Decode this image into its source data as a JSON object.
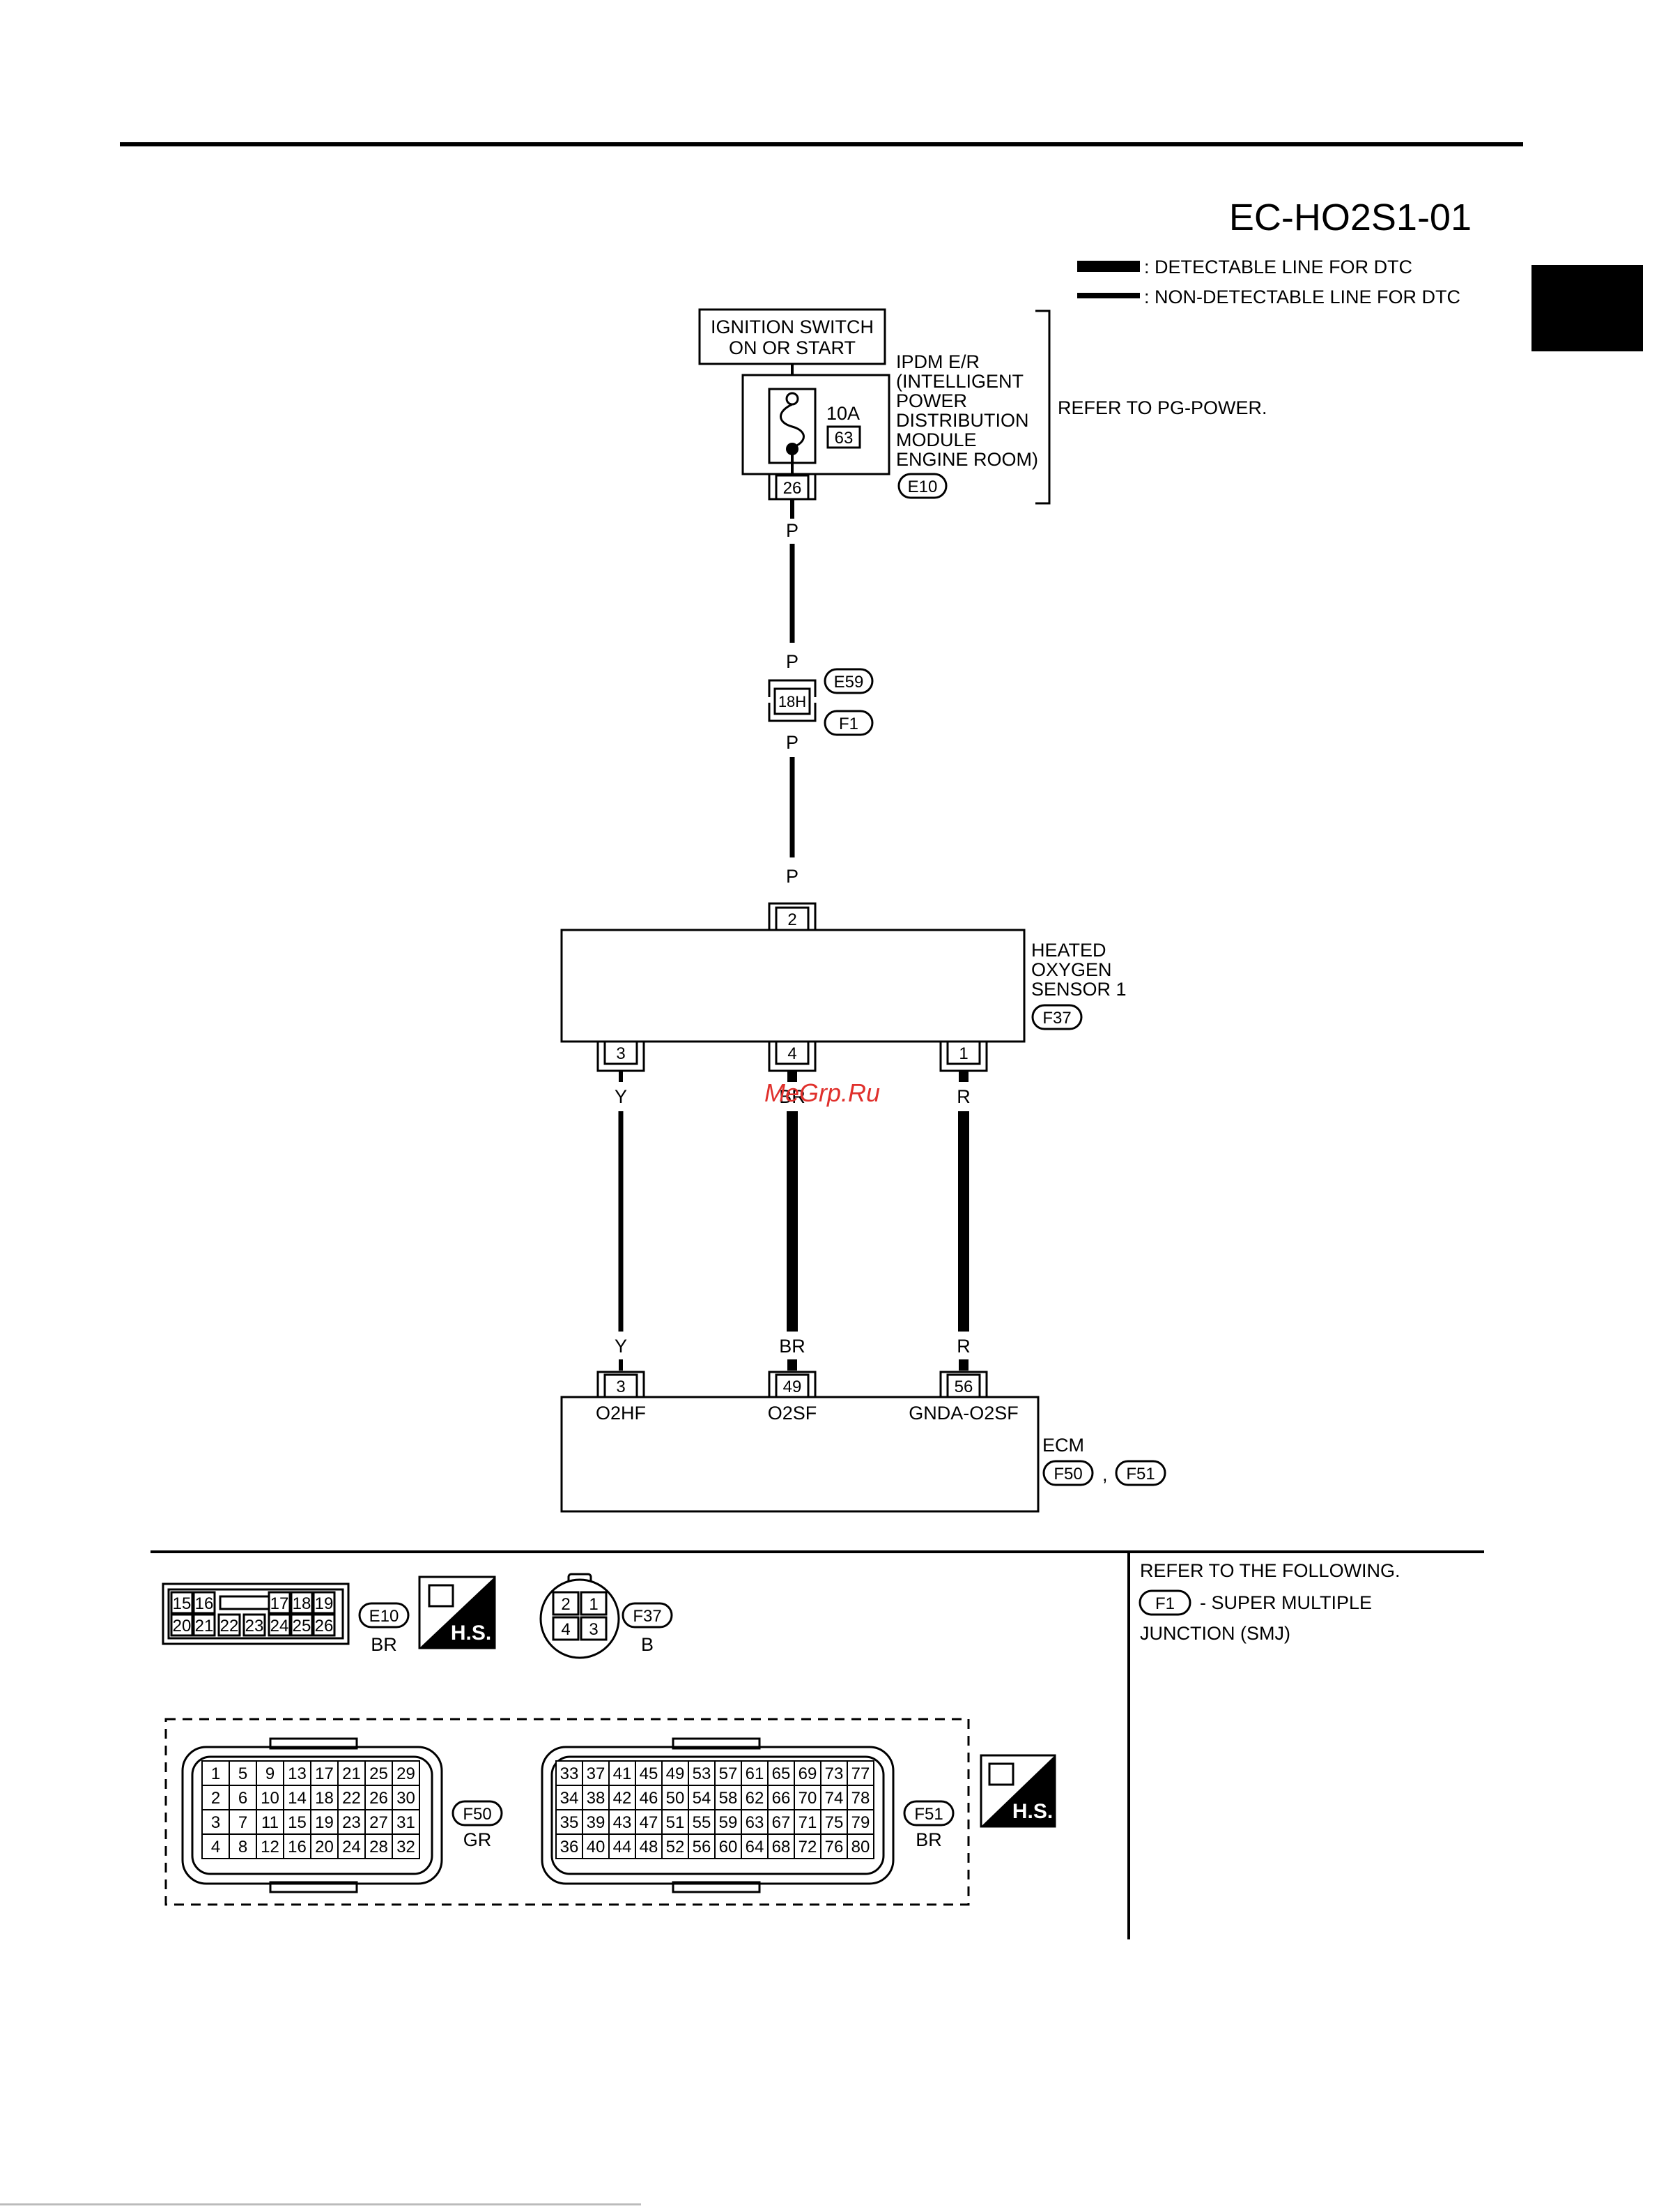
{
  "header": {
    "diagram_code": "EC-HO2S1-01",
    "legend_detectable": ": DETECTABLE LINE FOR DTC",
    "legend_non_detectable": ": NON-DETECTABLE LINE FOR DTC"
  },
  "ignition": {
    "line1": "IGNITION SWITCH",
    "line2": "ON OR START"
  },
  "ipdm": {
    "fuse_rating": "10A",
    "fuse_number": "63",
    "output_pin": "26",
    "connector": "E10",
    "label_lines": [
      "IPDM E/R",
      "(INTELLIGENT",
      "POWER",
      "DISTRIBUTION",
      "MODULE",
      "ENGINE ROOM)"
    ],
    "refer": "REFER TO PG-POWER."
  },
  "joint": {
    "pin": "18H",
    "upper_connector": "E59",
    "lower_connector": "F1"
  },
  "wires": {
    "supply_color": "P",
    "o2hf_color": "Y",
    "o2sf_color": "BR",
    "gnda_color": "R"
  },
  "sensor": {
    "label_lines": [
      "HEATED",
      "OXYGEN",
      "SENSOR 1"
    ],
    "connector": "F37",
    "pin_supply": "2",
    "pin_heater": "3",
    "pin_signal": "4",
    "pin_ground": "1"
  },
  "ecm": {
    "label": "ECM",
    "connector_a": "F50",
    "separator": ",",
    "connector_b": "F51",
    "pin_o2hf": "3",
    "pin_o2sf": "49",
    "pin_gnda": "56",
    "sig_o2hf": "O2HF",
    "sig_o2sf": "O2SF",
    "sig_gnda": "GNDA-O2SF"
  },
  "connector_views": {
    "e10": {
      "name": "E10",
      "color": "BR",
      "row1": [
        "15",
        "16",
        "",
        "17",
        "18",
        "19"
      ],
      "row2": [
        "20",
        "21",
        "22",
        "23",
        "24",
        "25",
        "26"
      ]
    },
    "f37": {
      "name": "F37",
      "color": "B",
      "pins": [
        "2",
        "1",
        "4",
        "3"
      ]
    },
    "f50": {
      "name": "F50",
      "color": "GR",
      "rows": [
        [
          "1",
          "5",
          "9",
          "13",
          "17",
          "21",
          "25",
          "29"
        ],
        [
          "2",
          "6",
          "10",
          "14",
          "18",
          "22",
          "26",
          "30"
        ],
        [
          "3",
          "7",
          "11",
          "15",
          "19",
          "23",
          "27",
          "31"
        ],
        [
          "4",
          "8",
          "12",
          "16",
          "20",
          "24",
          "28",
          "32"
        ]
      ]
    },
    "f51": {
      "name": "F51",
      "color": "BR",
      "rows": [
        [
          "33",
          "37",
          "41",
          "45",
          "49",
          "53",
          "57",
          "61",
          "65",
          "69",
          "73",
          "77"
        ],
        [
          "34",
          "38",
          "42",
          "46",
          "50",
          "54",
          "58",
          "62",
          "66",
          "70",
          "74",
          "78"
        ],
        [
          "35",
          "39",
          "43",
          "47",
          "51",
          "55",
          "59",
          "63",
          "67",
          "71",
          "75",
          "79"
        ],
        [
          "36",
          "40",
          "44",
          "48",
          "52",
          "56",
          "60",
          "64",
          "68",
          "72",
          "76",
          "80"
        ]
      ]
    },
    "hs_badge": "H.S."
  },
  "reference": {
    "line1": "REFER TO THE FOLLOWING.",
    "connector": "F1",
    "line2": "- SUPER MULTIPLE",
    "line3": "JUNCTION (SMJ)"
  },
  "watermark": "MeGrp.Ru"
}
